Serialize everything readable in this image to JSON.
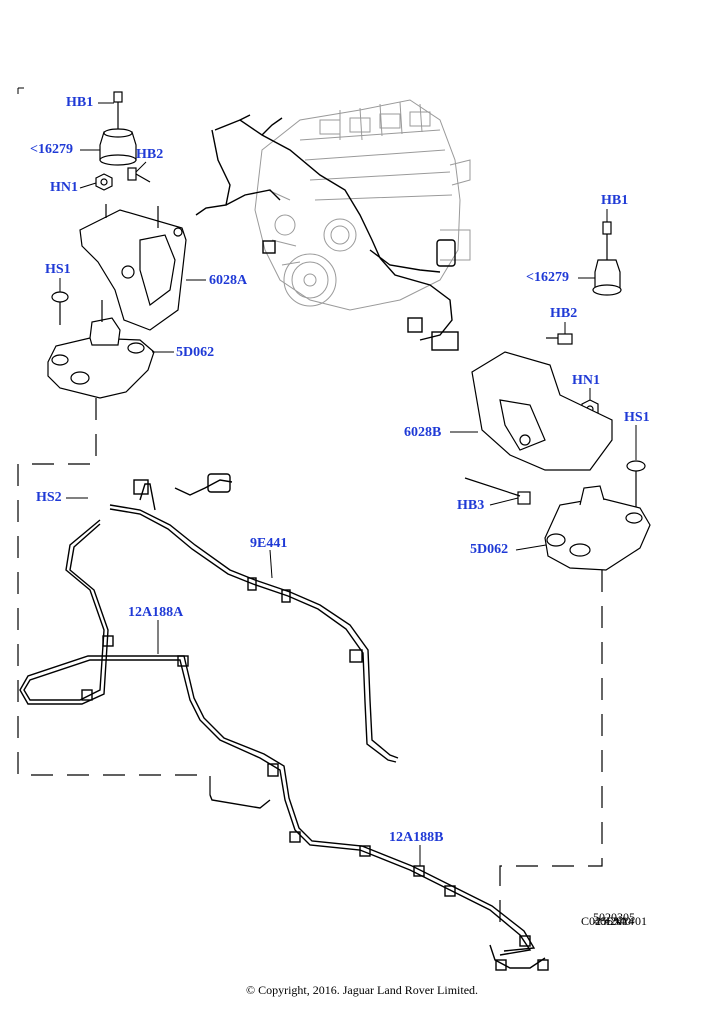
{
  "colors": {
    "label": "#1f3ad6",
    "line": "#000000",
    "background": "#ffffff"
  },
  "labels": {
    "hb1_left": "HB1",
    "c16279_left": "<16279",
    "hb2_left": "HB2",
    "hn1_left": "HN1",
    "hs1_left": "HS1",
    "p6028a": "6028A",
    "p5d062_left": "5D062",
    "hs2": "HS2",
    "p9e441": "9E441",
    "p12a188a": "12A188A",
    "p12a188b": "12A188B",
    "hb1_right": "HB1",
    "c16279_right": "<16279",
    "hb2_right": "HB2",
    "hn1_right": "HN1",
    "hs1_right": "HS1",
    "p6028b": "6028B",
    "hb3": "HB3",
    "p5d062_right": "5D062"
  },
  "reference": {
    "line1": "5020305",
    "line2": "40-2014",
    "line3": "LX",
    "line4": "C0256340-01"
  },
  "copyright": "© Copyright, 2016. Jaguar Land Rover Limited."
}
